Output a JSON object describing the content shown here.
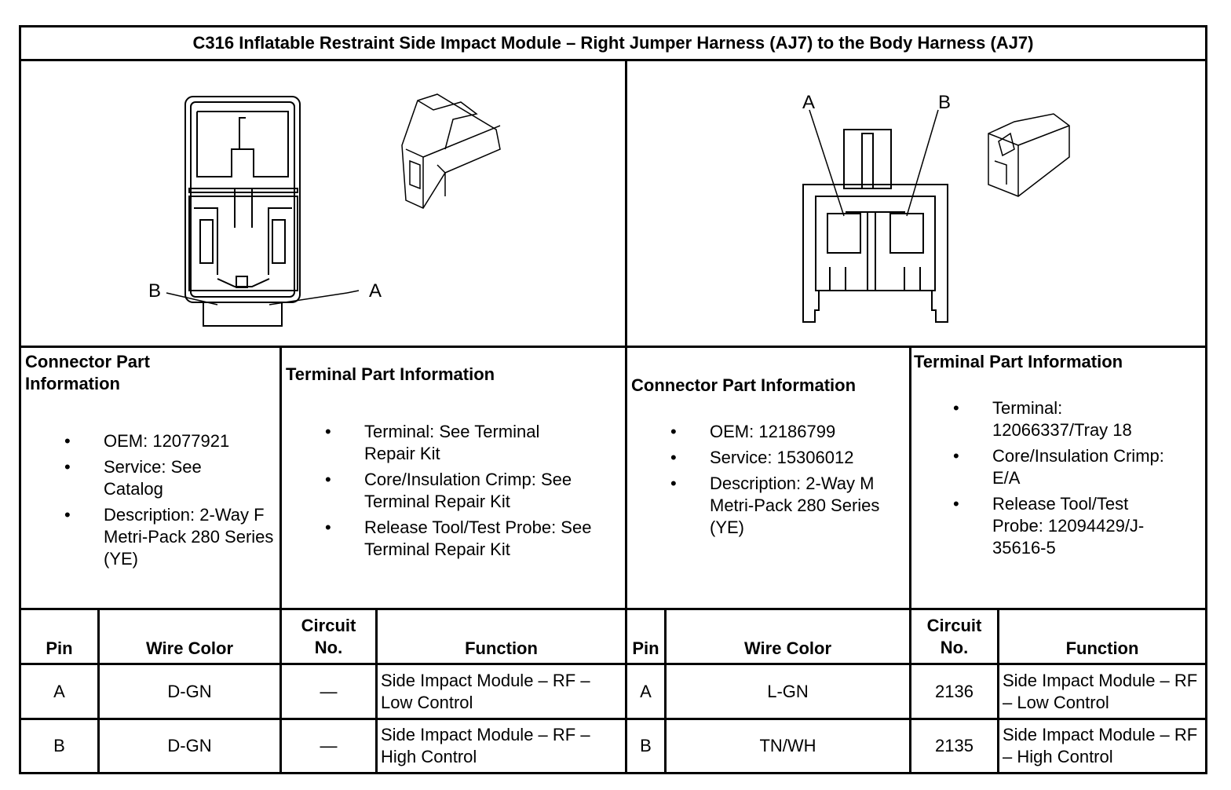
{
  "title": "C316 Inflatable Restraint Side Impact Module – Right Jumper Harness (AJ7) to the Body Harness (AJ7)",
  "left_connector": {
    "pin_labels": {
      "a": "A",
      "b": "B"
    },
    "connector_info": {
      "heading": "Connector Part Information",
      "items": [
        "OEM: 12077921",
        "Service: See Catalog",
        "Description: 2-Way F Metri-Pack 280 Series (YE)"
      ]
    },
    "terminal_info": {
      "heading": "Terminal Part Information",
      "items": [
        "Terminal: See Terminal Repair Kit",
        "Core/Insulation Crimp: See Terminal Repair Kit",
        "Release Tool/Test Probe: See Terminal Repair Kit"
      ]
    },
    "table": {
      "headers": {
        "pin": "Pin",
        "wire_color": "Wire Color",
        "circuit": "Circuit No.",
        "function": "Function"
      },
      "rows": [
        {
          "pin": "A",
          "wire_color": "D-GN",
          "circuit": "—",
          "function": "Side Impact Module – RF – Low Control"
        },
        {
          "pin": "B",
          "wire_color": "D-GN",
          "circuit": "—",
          "function": "Side Impact Module – RF – High Control"
        }
      ]
    }
  },
  "right_connector": {
    "pin_labels": {
      "a": "A",
      "b": "B"
    },
    "connector_info": {
      "heading": "Connector Part Information",
      "items": [
        "OEM: 12186799",
        "Service: 15306012",
        "Description: 2-Way M Metri-Pack 280 Series (YE)"
      ]
    },
    "terminal_info": {
      "heading": "Terminal Part Information",
      "items": [
        "Terminal: 12066337/Tray 18",
        "Core/Insulation Crimp: E/A",
        "Release Tool/Test Probe: 12094429/J-35616-5"
      ]
    },
    "table": {
      "headers": {
        "pin": "Pin",
        "wire_color": "Wire Color",
        "circuit": "Circuit No.",
        "function": "Function"
      },
      "rows": [
        {
          "pin": "A",
          "wire_color": "L-GN",
          "circuit": "2136",
          "function": "Side Impact Module – RF – Low Control"
        },
        {
          "pin": "B",
          "wire_color": "TN/WH",
          "circuit": "2135",
          "function": "Side Impact Module – RF – High Control"
        }
      ]
    }
  }
}
